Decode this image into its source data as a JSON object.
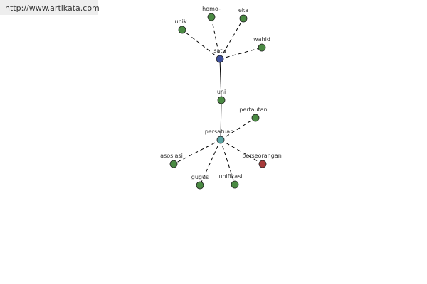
{
  "watermark": {
    "url": "http://www.artikata.com"
  },
  "colors": {
    "background": "#ffffff",
    "watermark_bg": "#eeeeee",
    "node_default": "#4a8a43",
    "node_root": "#3d4f9c",
    "node_hub": "#5aa3a3",
    "node_red": "#a83a3a",
    "edge": "#000000"
  },
  "graph": {
    "nodes": [
      {
        "id": "satu",
        "label": "satu",
        "type": "root"
      },
      {
        "id": "homo",
        "label": "homo-",
        "type": "default"
      },
      {
        "id": "eka",
        "label": "eka",
        "type": "default"
      },
      {
        "id": "unik",
        "label": "unik",
        "type": "default"
      },
      {
        "id": "wahid",
        "label": "wahid",
        "type": "default"
      },
      {
        "id": "uni",
        "label": "uni",
        "type": "default"
      },
      {
        "id": "persatuan",
        "label": "persatuan",
        "type": "hub"
      },
      {
        "id": "pertautan",
        "label": "pertautan",
        "type": "default"
      },
      {
        "id": "asosiasi",
        "label": "asosiasi",
        "type": "default"
      },
      {
        "id": "gugus",
        "label": "gugus",
        "type": "default"
      },
      {
        "id": "unifikasi",
        "label": "unifikasi",
        "type": "default"
      },
      {
        "id": "perseorangan",
        "label": "perseorangan",
        "type": "red"
      }
    ],
    "edges": [
      {
        "from": "satu",
        "to": "homo",
        "style": "dashed"
      },
      {
        "from": "satu",
        "to": "eka",
        "style": "dashed"
      },
      {
        "from": "satu",
        "to": "unik",
        "style": "dashed"
      },
      {
        "from": "satu",
        "to": "wahid",
        "style": "dashed"
      },
      {
        "from": "satu",
        "to": "uni",
        "style": "solid"
      },
      {
        "from": "uni",
        "to": "persatuan",
        "style": "solid"
      },
      {
        "from": "persatuan",
        "to": "pertautan",
        "style": "dashed"
      },
      {
        "from": "persatuan",
        "to": "asosiasi",
        "style": "dashed"
      },
      {
        "from": "persatuan",
        "to": "gugus",
        "style": "dashed"
      },
      {
        "from": "persatuan",
        "to": "unifikasi",
        "style": "dashed"
      },
      {
        "from": "persatuan",
        "to": "perseorangan",
        "style": "dashed"
      }
    ]
  }
}
